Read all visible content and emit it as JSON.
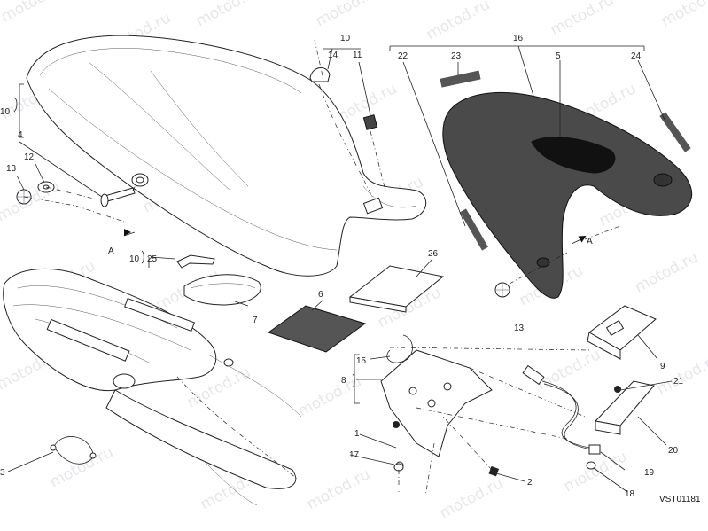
{
  "watermark": "motod.ru",
  "reference_code": "VST01181",
  "arrow_label": "A",
  "callouts": {
    "c1": "1",
    "c2": "2",
    "c3": "3",
    "c4": "4",
    "c5": "5",
    "c6": "6",
    "c7": "7",
    "c8": "8",
    "c9": "9",
    "c10a": "10",
    "c10b": "10",
    "c10c": "10",
    "c11": "11",
    "c12": "12",
    "c13a": "13",
    "c13b": "13",
    "c14": "14",
    "c15": "15",
    "c16": "16",
    "c17": "17",
    "c18": "18",
    "c19": "19",
    "c20": "20",
    "c21": "21",
    "c22": "22",
    "c23": "23",
    "c24": "24",
    "c25": "25",
    "c26": "26"
  }
}
